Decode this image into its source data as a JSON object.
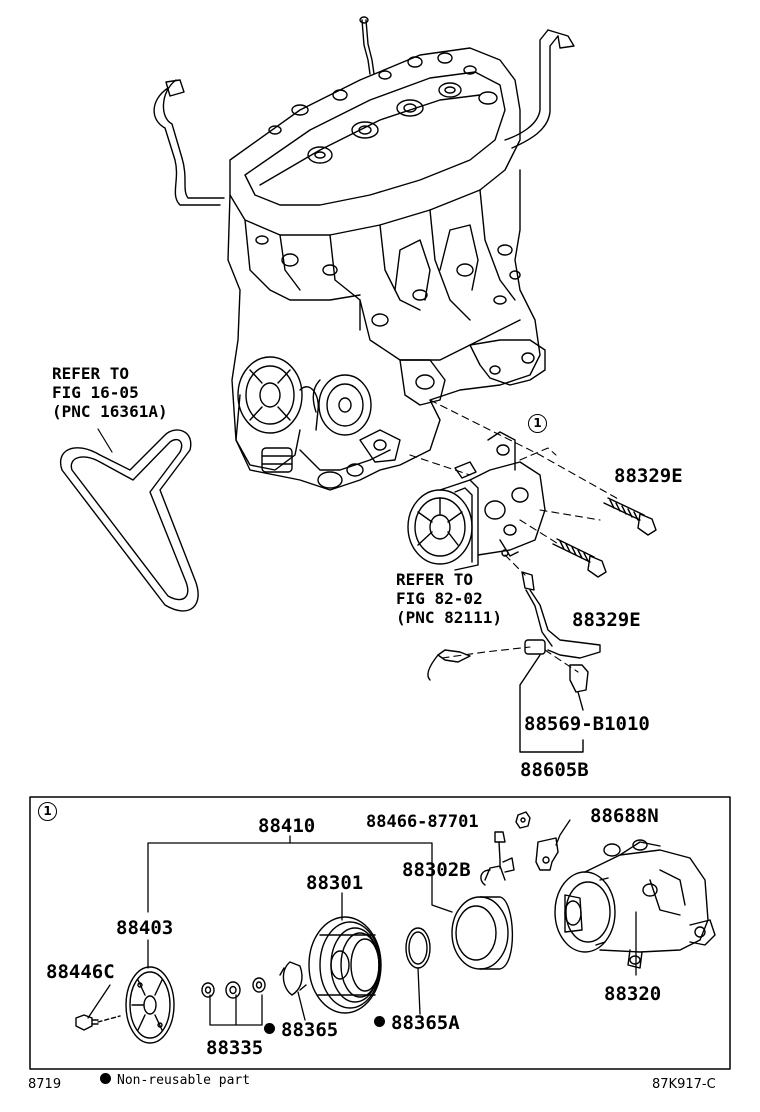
{
  "refs": {
    "belt": [
      "REFER TO",
      "FIG 16-05",
      "(PNC 16361A)"
    ],
    "sensor": [
      "REFER TO",
      "FIG 82-02",
      "(PNC 82111)"
    ]
  },
  "callout_mark": "1",
  "labels": {
    "bolt_upper": "88329E",
    "bolt_lower": "88329E",
    "connector": "88569-B1010",
    "harness": "88605B",
    "clutch_assy": "88410",
    "bolt_small": "88466-87701",
    "bracket": "88688N",
    "pulley": "88301",
    "stator": "88302B",
    "hub": "88403",
    "hub_bolt": "88446C",
    "shims": "88335",
    "snap_ring": "88365",
    "snap_ring_a": "88365A",
    "compressor": "88320"
  },
  "footer": {
    "page_left": "8719",
    "legend": "Non-reusable part",
    "figure_code": "87K917-C"
  }
}
